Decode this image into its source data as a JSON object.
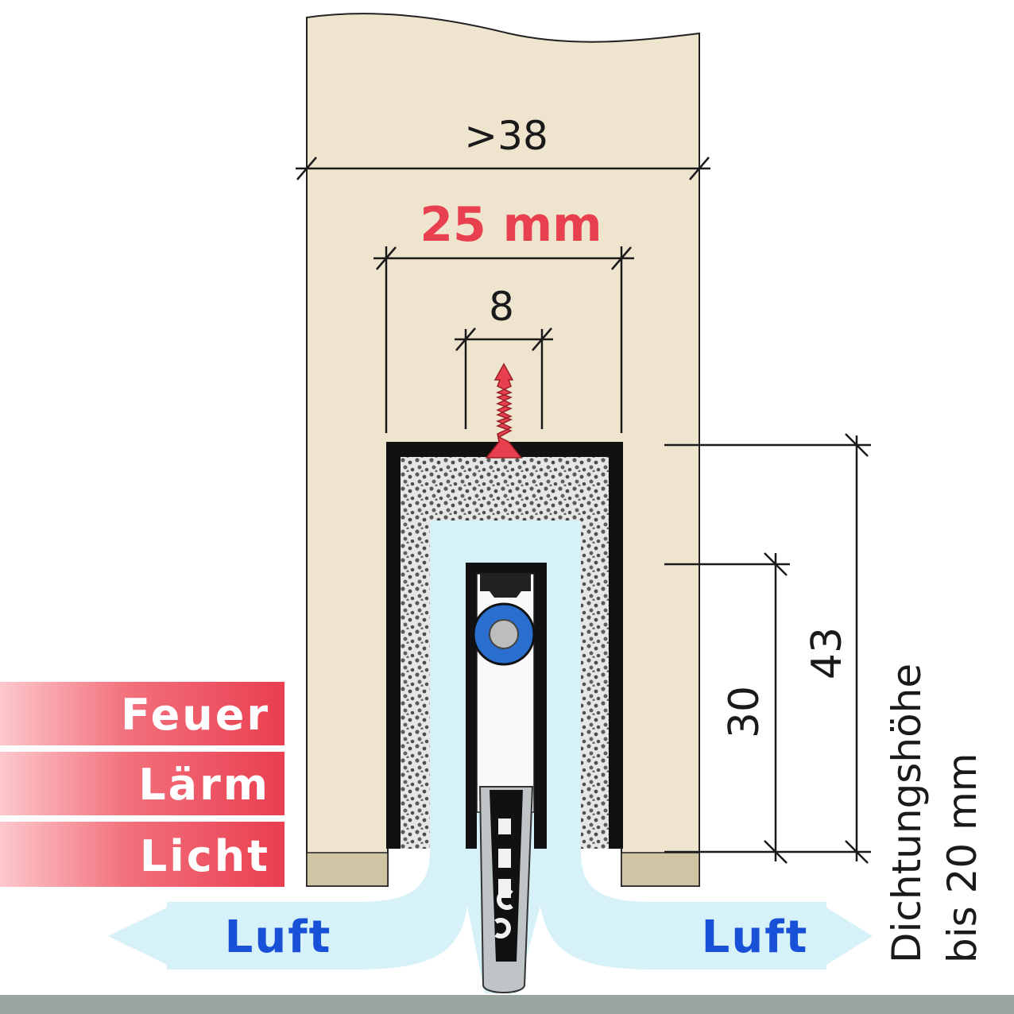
{
  "dimensions": {
    "door_thickness": ">38",
    "groove_width": "25 mm",
    "screw_spacing": "8",
    "height_total": "43",
    "height_inner": "30"
  },
  "sealing_height": {
    "line1": "Dichtungshöhe",
    "line2": "bis 20 mm"
  },
  "properties": [
    "Feuer",
    "Lärm",
    "Licht"
  ],
  "air_labels": {
    "left": "Luft",
    "right": "Luft"
  },
  "colors": {
    "door": "#efe5cf",
    "door_edge": "#cfc4a3",
    "accent_red": "#e8404e",
    "air": "#d6f2f8",
    "air_text": "#1850d8",
    "floor": "#9aa6a0",
    "bearing": "#2a6fd0"
  }
}
